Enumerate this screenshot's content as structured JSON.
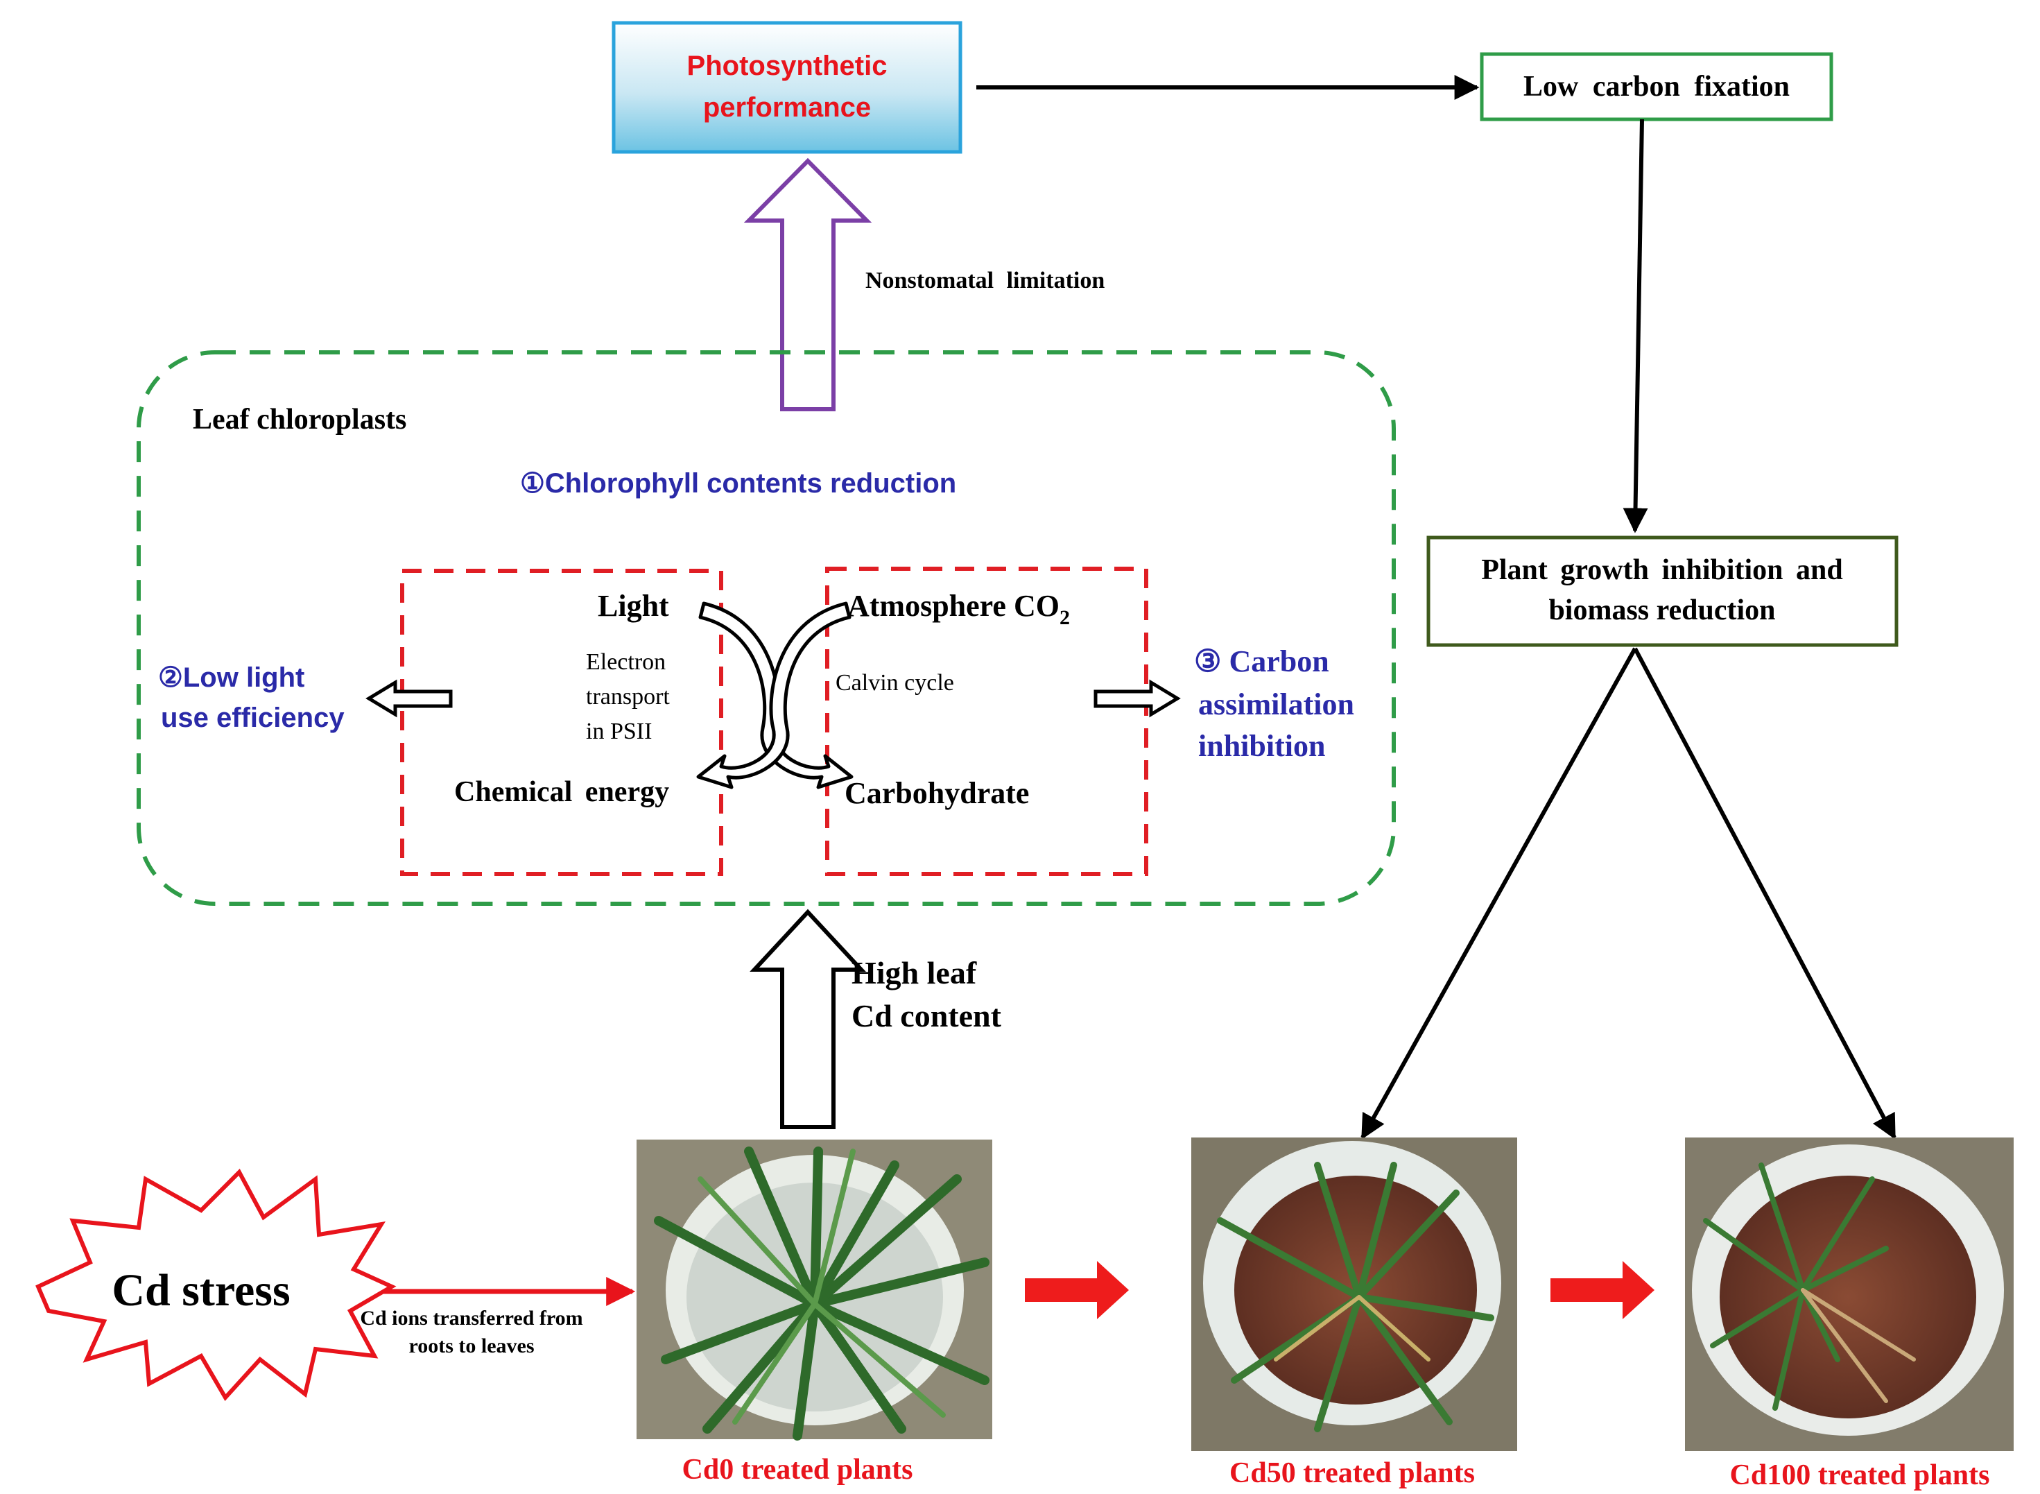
{
  "top": {
    "photosynthetic_line1": "Photosynthetic",
    "photosynthetic_line2": "performance",
    "low_carbon": "Low carbon fixation",
    "nonstomatal": "Nonstomatal limitation"
  },
  "chloroplast": {
    "title": "Leaf chloroplasts",
    "item1": "①Chlorophyll contents reduction",
    "item2_line1": "②Low light",
    "item2_line2": "use efficiency",
    "item3_line1": "③ Carbon",
    "item3_line2": "assimilation",
    "item3_line3": "inhibition",
    "light": "Light",
    "electron_line1": "Electron",
    "electron_line2": "transport",
    "electron_line3": "in PSII",
    "chemical_energy": "Chemical energy",
    "atmosphere_co2": "Atmosphere CO",
    "co2_subscript": "2",
    "calvin": "Calvin cycle",
    "carbohydrate": "Carbohydrate"
  },
  "growth": {
    "line1": "Plant growth inhibition and",
    "line2": "biomass reduction"
  },
  "cd": {
    "high_leaf_line1": "High leaf",
    "high_leaf_line2": "Cd content",
    "stress": "Cd stress",
    "transfer_line1": "Cd ions transferred from",
    "transfer_line2": "roots to leaves"
  },
  "plants": {
    "cd0": "Cd0 treated plants",
    "cd50": "Cd50 treated plants",
    "cd100": "Cd100 treated plants"
  },
  "colors": {
    "red_label": "#e8141c",
    "blue_label": "#2a2aa8",
    "green_dash": "#2f9c48",
    "red_dash": "#e01e24",
    "purple_arrow": "#7b3fa6",
    "green_box": "#2f9c48",
    "olive_box": "#3f5a1c",
    "photo_box_border": "#2aa3dc"
  }
}
